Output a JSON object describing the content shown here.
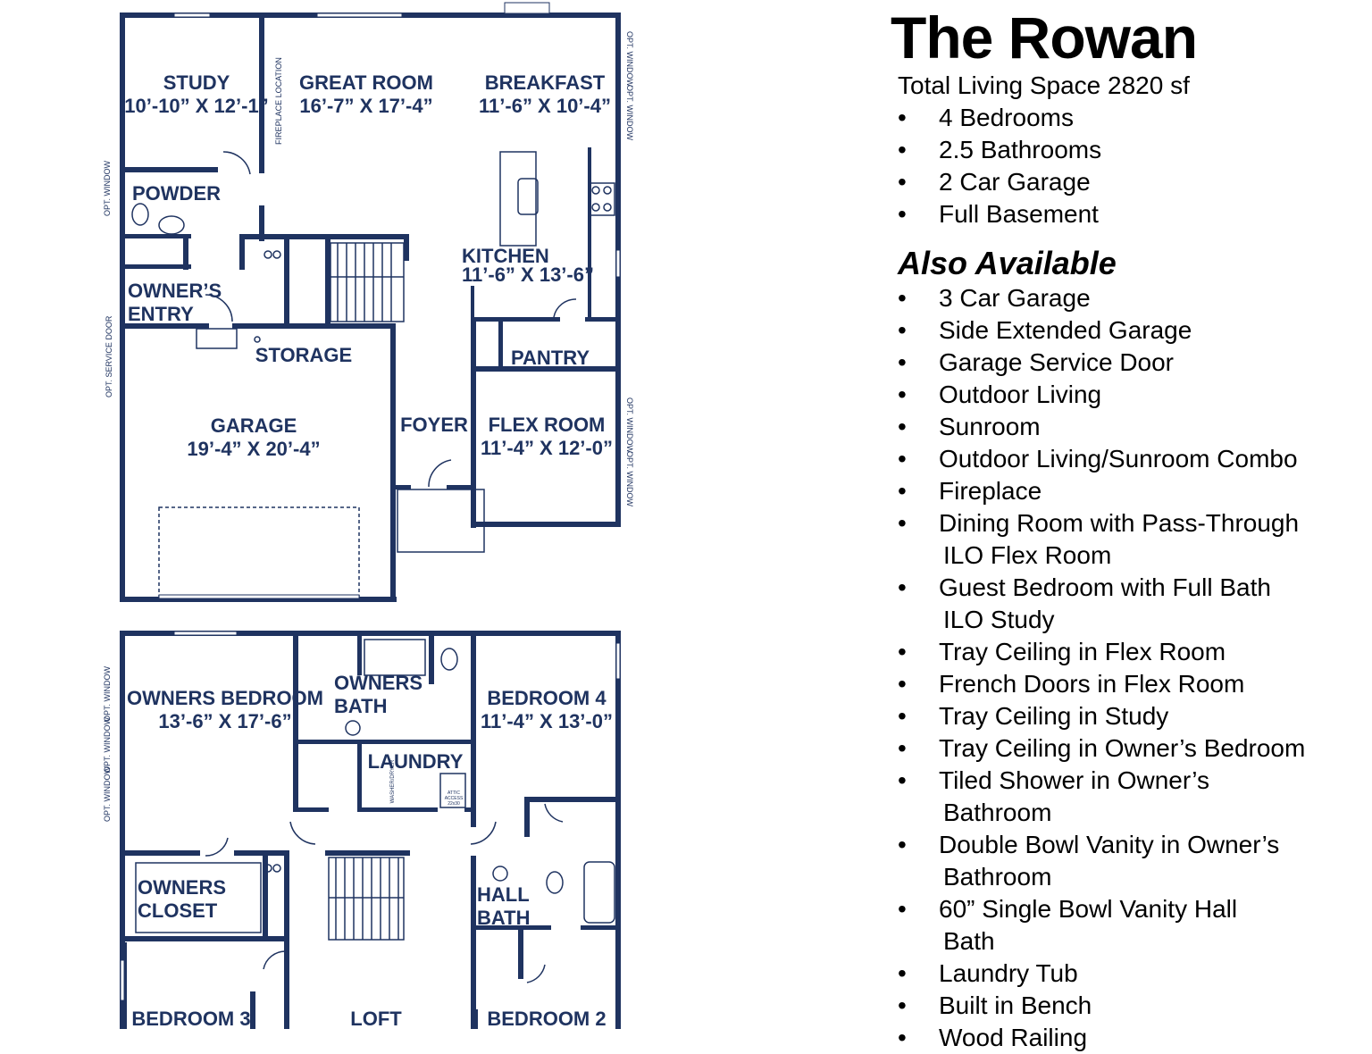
{
  "title": "The Rowan",
  "subtitle": "Total Living Space 2820 sf",
  "features": [
    "4 Bedrooms",
    "2.5 Bathrooms",
    "2 Car Garage",
    "Full Basement"
  ],
  "also_available_title": "Also Available",
  "options": [
    {
      "lines": [
        "3 Car Garage"
      ]
    },
    {
      "lines": [
        "Side Extended Garage"
      ]
    },
    {
      "lines": [
        "Garage Service Door"
      ]
    },
    {
      "lines": [
        "Outdoor Living"
      ]
    },
    {
      "lines": [
        "Sunroom"
      ]
    },
    {
      "lines": [
        "Outdoor Living/Sunroom Combo"
      ]
    },
    {
      "lines": [
        "Fireplace"
      ]
    },
    {
      "lines": [
        "Dining Room with Pass-Through",
        "ILO Flex Room"
      ]
    },
    {
      "lines": [
        "Guest Bedroom with Full Bath",
        "ILO Study"
      ]
    },
    {
      "lines": [
        "Tray Ceiling in Flex Room"
      ]
    },
    {
      "lines": [
        "French Doors in Flex Room"
      ]
    },
    {
      "lines": [
        "Tray Ceiling in Study"
      ]
    },
    {
      "lines": [
        "Tray Ceiling in Owner’s Bedroom"
      ]
    },
    {
      "lines": [
        "Tiled Shower in Owner’s",
        "Bathroom"
      ]
    },
    {
      "lines": [
        "Double Bowl Vanity in Owner’s",
        "Bathroom"
      ]
    },
    {
      "lines": [
        "60” Single Bowl Vanity Hall",
        "Bath"
      ]
    },
    {
      "lines": [
        "Laundry Tub"
      ]
    },
    {
      "lines": [
        "Built in Bench"
      ]
    },
    {
      "lines": [
        "Wood Railing"
      ]
    }
  ],
  "bullet": "•",
  "first_floor": {
    "study": {
      "name": "STUDY",
      "dims": "10’-10” X 12’-1”"
    },
    "great_room": {
      "name": "GREAT ROOM",
      "dims": "16’-7” X 17’-4”"
    },
    "breakfast": {
      "name": "BREAKFAST",
      "dims": "11’-6” X 10’-4”"
    },
    "powder": {
      "name": "POWDER"
    },
    "owners_entry": {
      "name1": "OWNER’S",
      "name2": "ENTRY"
    },
    "kitchen": {
      "name": "KITCHEN",
      "dims": "11’-6” X 13’-6”"
    },
    "storage": {
      "name": "STORAGE"
    },
    "pantry": {
      "name": "PANTRY"
    },
    "garage": {
      "name": "GARAGE",
      "dims": "19’-4” X 20’-4”"
    },
    "foyer": {
      "name": "FOYER"
    },
    "flex_room": {
      "name": "FLEX ROOM",
      "dims": "11’-4” X 12’-0”"
    },
    "fireplace_note": "FIREPLACE LOCATION",
    "opt_window": "OPT. WINDOW",
    "opt_service_door": "OPT. SERVICE DOOR"
  },
  "second_floor": {
    "owners_bedroom": {
      "name": "OWNERS BEDROOM",
      "dims": "13’-6” X 17’-6”"
    },
    "owners_bath": {
      "name1": "OWNERS",
      "name2": "BATH"
    },
    "bedroom4": {
      "name": "BEDROOM 4",
      "dims": "11’-4” X 13’-0”"
    },
    "laundry": {
      "name": "LAUNDRY"
    },
    "washer_dryer": "WASHER/DRYER",
    "attic_access": "ATTIC ACCESS 22x30",
    "owners_closet": {
      "name1": "OWNERS",
      "name2": "CLOSET"
    },
    "hall_bath": {
      "name1": "HALL",
      "name2": "BATH"
    },
    "bedroom3": {
      "name": "BEDROOM 3"
    },
    "loft": {
      "name": "LOFT"
    },
    "bedroom2": {
      "name": "BEDROOM 2"
    },
    "opt_window": "OPT. WINDOW"
  },
  "colors": {
    "wall": "#1f3360",
    "text": "#000000"
  }
}
